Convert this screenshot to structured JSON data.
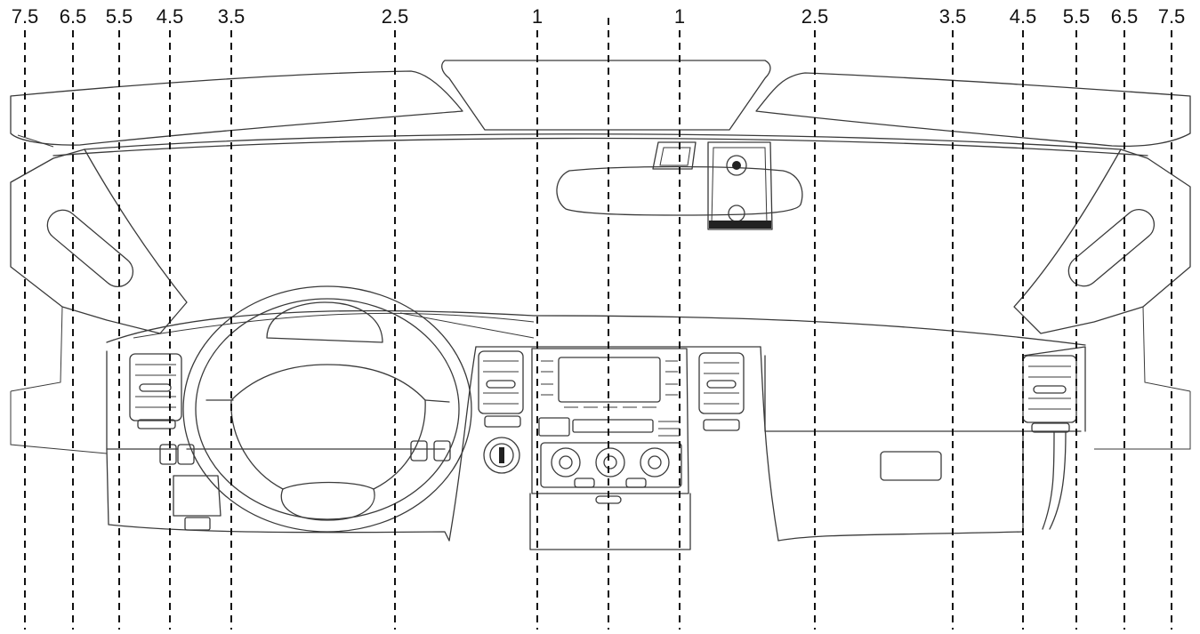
{
  "figure": {
    "subject": "car-dashboard-windshield-outline",
    "guide_labels": [
      "7.5",
      "6.5",
      "5.5",
      "4.5",
      "3.5",
      "2.5",
      "1",
      "1",
      "2.5",
      "3.5",
      "4.5",
      "5.5",
      "6.5",
      "7.5"
    ]
  },
  "colors": {
    "line": "#3a3a3a",
    "guide": "#111111",
    "background": "#ffffff"
  }
}
